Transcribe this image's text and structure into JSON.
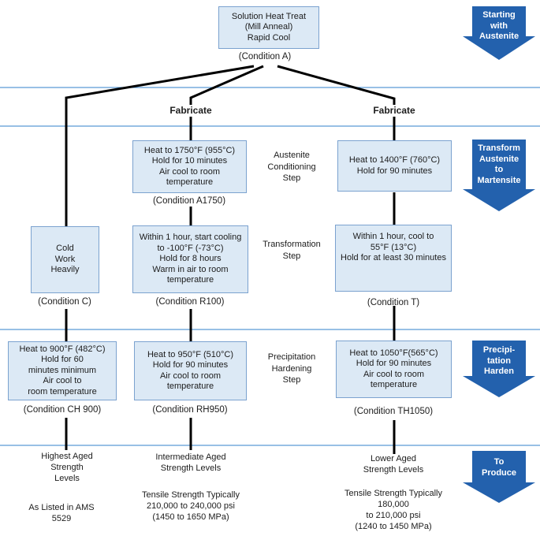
{
  "colors": {
    "box_fill": "#dce9f5",
    "box_border": "#7ba2cf",
    "arrow_blue": "#2361ad",
    "divider_blue": "#5b9bd5",
    "connector_black": "#000000",
    "text": "#1c1c1c"
  },
  "top": {
    "box_text": "Solution Heat Treat\n(Mill Anneal)\nRapid Cool",
    "condition": "(Condition A)"
  },
  "branch_labels": {
    "fabricate_middle": "Fabricate",
    "fabricate_right": "Fabricate"
  },
  "step_labels": {
    "conditioning": "Austenite\nConditioning\nStep",
    "transformation": "Transformation\nStep",
    "precipitation": "Precipitation\nHardening\nStep"
  },
  "arrows": {
    "starting": "Starting\nwith\nAustenite",
    "transform": "Transform\nAustenite\nto\nMartensite",
    "precipitation": "Precipi-\ntation\nHarden",
    "produce": "To\nProduce"
  },
  "columns": {
    "left": {
      "transform_box": "Cold\nWork\nHeavily",
      "transform_condition": "(Condition C)",
      "precipitation_box": "Heat to 900°F (482°C)\nHold for 60\nminutes minimum\nAir cool to\nroom temperature",
      "precipitation_condition": "(Condition CH 900)",
      "result_title": "Highest Aged\nStrength\nLevels",
      "result_detail": "As Listed in AMS\n5529"
    },
    "middle": {
      "conditioning_box": "Heat to 1750°F (955°C)\nHold for 10 minutes\nAir cool to room\ntemperature",
      "conditioning_condition": "(Condition A1750)",
      "transform_box": "Within 1 hour, start cooling\nto -100°F (-73°C)\nHold for 8 hours\nWarm in air to room\ntemperature",
      "transform_condition": "(Condition R100)",
      "precipitation_box": "Heat to 950°F (510°C)\nHold for 90 minutes\nAir cool to room\ntemperature",
      "precipitation_condition": "(Condition RH950)",
      "result_title": "Intermediate Aged\nStrength Levels",
      "result_detail": "Tensile Strength Typically\n210,000 to 240,000 psi\n(1450 to 1650 MPa)"
    },
    "right": {
      "conditioning_box": "Heat to 1400°F (760°C)\nHold for 90 minutes",
      "transform_box": "Within 1 hour, cool to\n55°F (13°C)\nHold for at least 30 minutes",
      "transform_condition": "(Condition T)",
      "precipitation_box": "Heat to 1050°F(565°C)\nHold for 90 minutes\nAir cool to room\ntemperature",
      "precipitation_condition": "(Condition TH1050)",
      "result_title": "Lower Aged\nStrength Levels",
      "result_detail": "Tensile Strength Typically\n180,000\nto 210,000 psi\n(1240 to 1450 MPa)"
    }
  }
}
